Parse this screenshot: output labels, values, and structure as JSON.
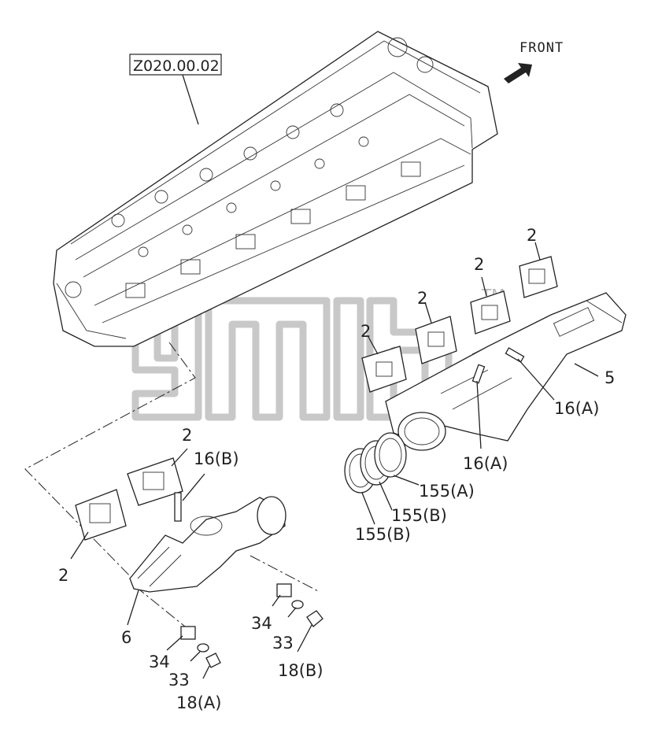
{
  "reference_label": "Z020.00.02",
  "front_label": "FRONT",
  "watermark": "TM",
  "callouts": {
    "gasket_a": "2",
    "gasket_b": "2",
    "gasket_c": "2",
    "gasket_d": "2",
    "gasket_e": "2",
    "gasket_f": "2",
    "manifold_front": "5",
    "manifold_rear": "6",
    "stud_a_top": "16(A)",
    "stud_a_mid": "16(A)",
    "stud_b": "16(B)",
    "ring_a": "155(A)",
    "ring_b_1": "155(B)",
    "ring_b_2": "155(B)",
    "spacer_right": "34",
    "washer_right": "33",
    "nut_b": "18(B)",
    "spacer_left": "34",
    "washer_left": "33",
    "nut_a": "18(A)"
  },
  "icons": {
    "front_arrow": "arrow-icon"
  }
}
